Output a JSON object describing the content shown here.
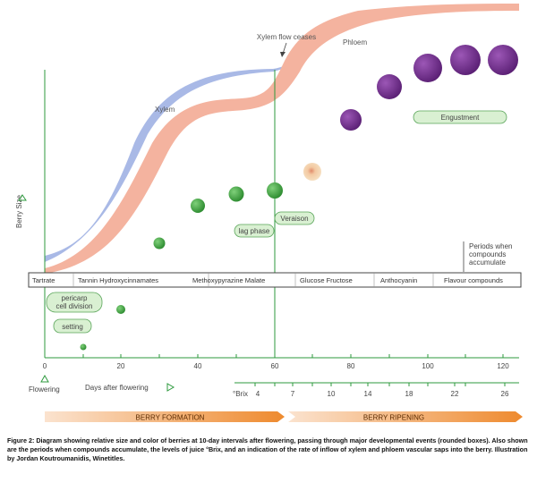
{
  "labels": {
    "xylem_flow_ceases": "Xylem flow ceases",
    "phloem": "Phloem",
    "xylem": "Xylem",
    "engustment": "Engustment",
    "veraison": "Veraison",
    "lag_phase": "lag phase",
    "pericarp_line1": "pericarp",
    "pericarp_line2": "cell division",
    "setting": "setting",
    "berry_size": "Berry Size",
    "periods_line1": "Periods when",
    "periods_line2": "compounds",
    "periods_line3": "accumulate",
    "flowering": "Flowering",
    "days_after_flowering": "Days after flowering",
    "brix": "°Brix",
    "berry_formation": "BERRY FORMATION",
    "berry_ripening": "BERRY RIPENING"
  },
  "compounds": [
    "Tartrate",
    "Tannin Hydroxycinnamates",
    "Methoxypyrazine Malate",
    "Glucose Fructose",
    "Anthocyanin",
    "Flavour compounds"
  ],
  "x_ticks": [
    "0",
    "20",
    "40",
    "60",
    "80",
    "100",
    "120"
  ],
  "brix_ticks": [
    "4",
    "7",
    "10",
    "14",
    "18",
    "22",
    "26"
  ],
  "caption": "Figure 2: Diagram showing relative size and color of berries at 10-day intervals after flowering, passing through major developmental events (rounded boxes). Also shown are the periods when compounds accumulate, the levels of juice °Brix, and an indication of the rate of inflow of xylem and phloem vascular saps into the berry. Illustration by Jordan Koutroumanidis, Winetitles.",
  "colors": {
    "xylem": "#a9b9e6",
    "phloem": "#f4b39f",
    "green_berry": "#3a9a3a",
    "veraison_berry": "#f3d9b8",
    "purple_berry": "#6b2a87",
    "event_box_fill": "#d9f0d2",
    "event_box_stroke": "#5aa55a",
    "formation_arrow": "#ee8a2e",
    "axis": "#2e9a3e"
  },
  "berries": [
    {
      "day": 10,
      "color": "green",
      "size": 1
    },
    {
      "day": 20,
      "color": "green",
      "size": 2
    },
    {
      "day": 30,
      "color": "green",
      "size": 3
    },
    {
      "day": 40,
      "color": "green",
      "size": 4
    },
    {
      "day": 50,
      "color": "green",
      "size": 4.5
    },
    {
      "day": 60,
      "color": "green",
      "size": 5
    },
    {
      "day": 70,
      "color": "pink",
      "size": 5
    },
    {
      "day": 80,
      "color": "purple",
      "size": 5.5
    },
    {
      "day": 90,
      "color": "purple",
      "size": 6
    },
    {
      "day": 100,
      "color": "purple",
      "size": 6.5
    },
    {
      "day": 110,
      "color": "purple",
      "size": 7
    },
    {
      "day": 120,
      "color": "purple",
      "size": 7
    }
  ]
}
